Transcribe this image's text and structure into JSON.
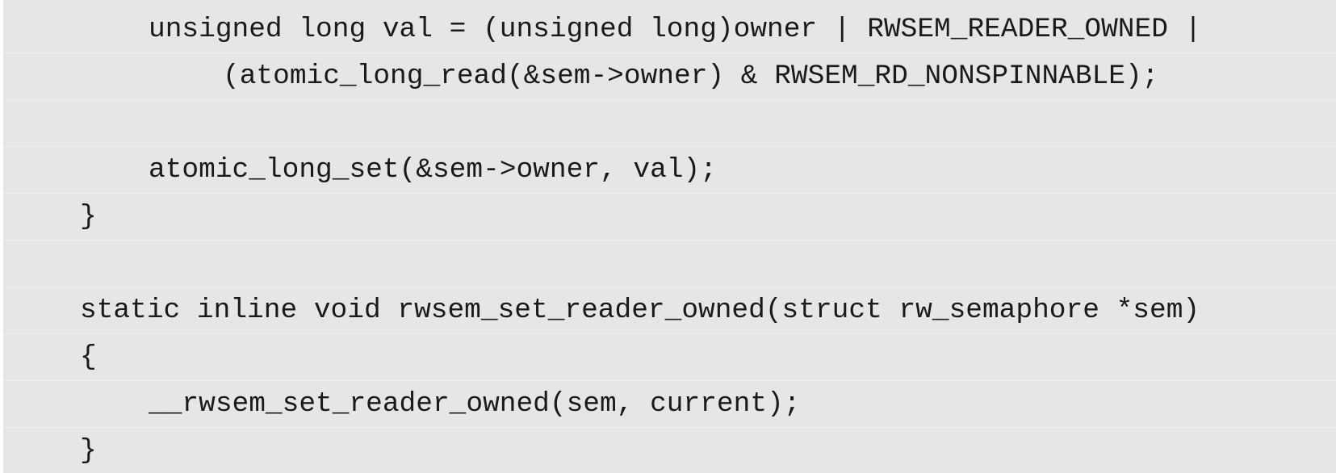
{
  "code": {
    "lines": [
      "unsigned long val = (unsigned long)owner | RWSEM_READER_OWNED |",
      "(atomic_long_read(&sem->owner) & RWSEM_RD_NONSPINNABLE);",
      "",
      "atomic_long_set(&sem->owner, val);",
      "}",
      "",
      "static inline void rwsem_set_reader_owned(struct rw_semaphore *sem)",
      "{",
      "__rwsem_set_reader_owned(sem, current);",
      "}"
    ]
  }
}
